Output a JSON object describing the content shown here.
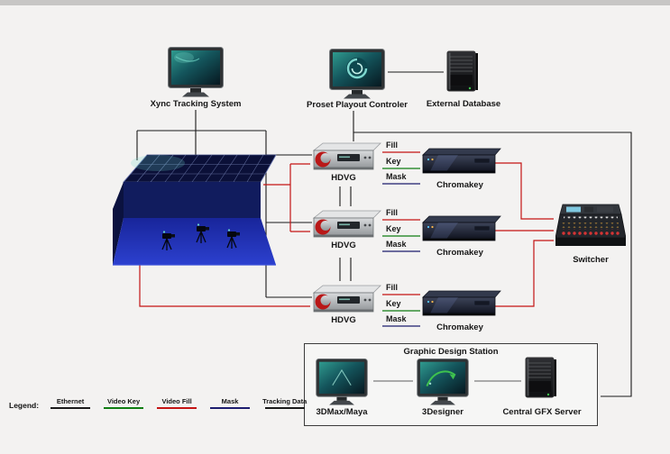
{
  "nodes": {
    "xync": {
      "label": "Xync Tracking System"
    },
    "proset": {
      "label": "Proset Playout Controler"
    },
    "external_db": {
      "label": "External Database"
    },
    "hdvg_1": {
      "label": "HDVG"
    },
    "hdvg_2": {
      "label": "HDVG"
    },
    "hdvg_3": {
      "label": "HDVG"
    },
    "chromakey_1": {
      "label": "Chromakey"
    },
    "chromakey_2": {
      "label": "Chromakey"
    },
    "chromakey_3": {
      "label": "Chromakey"
    },
    "switcher": {
      "label": "Switcher"
    },
    "graphic_design_station": {
      "label": "Graphic Design Station"
    },
    "max_maya": {
      "label": "3DMax/Maya"
    },
    "designer": {
      "label": "3Designer"
    },
    "gfx_server": {
      "label": "Central GFX Server"
    }
  },
  "signals": {
    "fill": "Fill",
    "key": "Key",
    "mask": "Mask"
  },
  "legend": {
    "title": "Legend:",
    "items": [
      {
        "label": "Ethernet",
        "color": "#1a1a1a"
      },
      {
        "label": "Video Key",
        "color": "#0f7d12"
      },
      {
        "label": "Video Fill",
        "color": "#c41414"
      },
      {
        "label": "Mask",
        "color": "#1c1c6e"
      },
      {
        "label": "Tracking Data",
        "color": "#1a1a1a"
      }
    ]
  },
  "edges": [
    {
      "from": "external_db",
      "to": "proset",
      "type": "ethernet"
    },
    {
      "from": "proset",
      "to": "hdvg_1",
      "type": "ethernet"
    },
    {
      "from": "proset",
      "to": "gfx_server",
      "type": "ethernet"
    },
    {
      "from": "studio",
      "to": "xync",
      "type": "tracking_data"
    },
    {
      "from": "xync",
      "to": "hdvg_1",
      "type": "tracking_data"
    },
    {
      "from": "xync",
      "to": "hdvg_2",
      "type": "tracking_data"
    },
    {
      "from": "xync",
      "to": "hdvg_3",
      "type": "tracking_data"
    },
    {
      "from": "studio",
      "to": "hdvg_1",
      "type": "video_fill"
    },
    {
      "from": "studio",
      "to": "hdvg_2",
      "type": "video_fill"
    },
    {
      "from": "studio",
      "to": "hdvg_3",
      "type": "video_fill"
    },
    {
      "from": "hdvg_1",
      "to": "hdvg_2",
      "type": "ethernet"
    },
    {
      "from": "hdvg_2",
      "to": "hdvg_3",
      "type": "ethernet"
    },
    {
      "from": "hdvg_1",
      "to": "chromakey_1",
      "type": "fill"
    },
    {
      "from": "hdvg_1",
      "to": "chromakey_1",
      "type": "key"
    },
    {
      "from": "hdvg_1",
      "to": "chromakey_1",
      "type": "mask"
    },
    {
      "from": "hdvg_2",
      "to": "chromakey_2",
      "type": "fill"
    },
    {
      "from": "hdvg_2",
      "to": "chromakey_2",
      "type": "key"
    },
    {
      "from": "hdvg_2",
      "to": "chromakey_2",
      "type": "mask"
    },
    {
      "from": "hdvg_3",
      "to": "chromakey_3",
      "type": "fill"
    },
    {
      "from": "hdvg_3",
      "to": "chromakey_3",
      "type": "key"
    },
    {
      "from": "hdvg_3",
      "to": "chromakey_3",
      "type": "mask"
    },
    {
      "from": "chromakey_1",
      "to": "switcher",
      "type": "video_fill"
    },
    {
      "from": "chromakey_2",
      "to": "switcher",
      "type": "video_fill"
    },
    {
      "from": "chromakey_3",
      "to": "switcher",
      "type": "video_fill"
    },
    {
      "from": "max_maya",
      "to": "designer",
      "type": "ethernet"
    },
    {
      "from": "designer",
      "to": "gfx_server",
      "type": "ethernet"
    }
  ]
}
